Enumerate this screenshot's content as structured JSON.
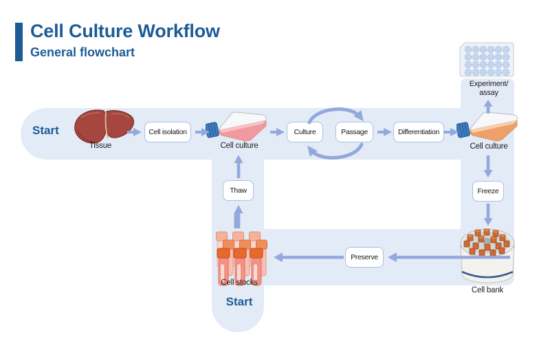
{
  "header": {
    "title": "Cell Culture Workflow",
    "subtitle": "General flowchart"
  },
  "flow": {
    "start_top": "Start",
    "start_bottom": "Start",
    "tissue": "Tissue",
    "cell_isolation": "Cell isolation",
    "cell_culture_left": "Cell culture",
    "culture": "Culture",
    "passage": "Passage",
    "differentiation": "Differentiation",
    "cell_culture_right": "Cell culture",
    "experiment_assay_line1": "Experiment/",
    "experiment_assay_line2": "assay",
    "freeze": "Freeze",
    "cell_bank": "Cell bank",
    "preserve": "Preserve",
    "cell_stocks": "Cell stocks",
    "thaw": "Thaw"
  },
  "colors": {
    "accent_blue": "#1d5b97",
    "band_fill": "#e3ebf7",
    "arrow": "#92a9dc",
    "box_border": "#a9c0e6",
    "flask_media_pink": "#f0999f",
    "flask_media_orange": "#eda069",
    "flask_cap_blue": "#3f7dc0",
    "liver_red": "#a5473f",
    "vial_cap_orange": "#e7692d"
  }
}
